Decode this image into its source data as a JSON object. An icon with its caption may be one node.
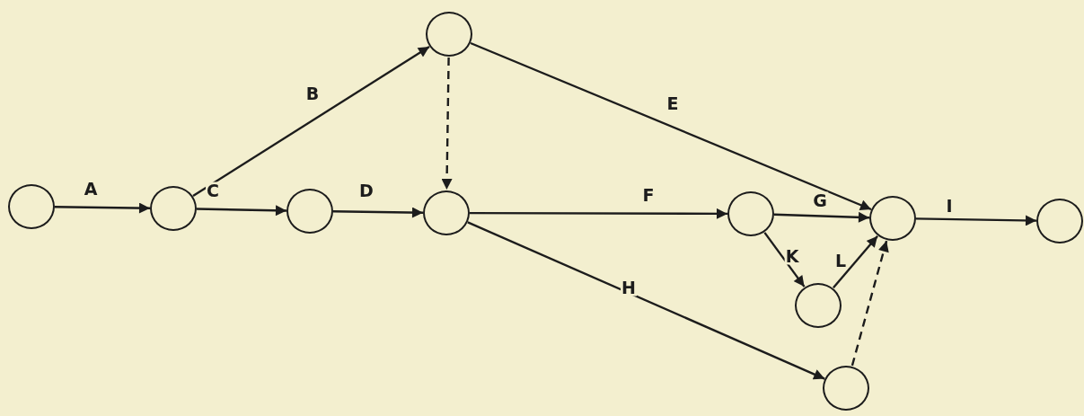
{
  "diagram": {
    "nodes": [
      {
        "text": [],
        "shape": "circle"
      },
      {
        "text": [],
        "shape": "circle"
      },
      {
        "text": [],
        "shape": "circle"
      },
      {
        "text": [],
        "shape": "circle"
      },
      {
        "text": [],
        "shape": "circle"
      },
      {
        "text": [],
        "shape": "circle"
      },
      {
        "text": [],
        "shape": "circle"
      },
      {
        "text": [],
        "shape": "circle"
      },
      {
        "text": [],
        "shape": "circle"
      },
      {
        "text": [],
        "shape": "circle"
      }
    ],
    "edges": [
      {
        "from": 0,
        "to": 1,
        "arrow": "to",
        "label": "A"
      },
      {
        "from": 1,
        "to": 3,
        "arrow": "to",
        "label": "B"
      },
      {
        "from": 1,
        "to": 2,
        "arrow": "to",
        "label": "C"
      },
      {
        "from": 2,
        "to": 4,
        "arrow": "to",
        "label": "D"
      },
      {
        "from": 3,
        "to": 4,
        "arrow": "to",
        "style": "dashed"
      },
      {
        "from": 3,
        "to": 8,
        "arrow": "to",
        "label": "E"
      },
      {
        "from": 4,
        "to": 5,
        "arrow": "to",
        "label": "F"
      },
      {
        "from": 5,
        "to": 8,
        "arrow": "to",
        "label": "G"
      },
      {
        "from": 4,
        "to": 7,
        "arrow": "to",
        "label": "H"
      },
      {
        "from": 8,
        "to": 9,
        "arrow": "to",
        "label": "I"
      },
      {
        "from": 5,
        "to": 6,
        "arrow": "to",
        "label": "K"
      },
      {
        "from": 6,
        "to": 8,
        "arrow": "to",
        "label": "L"
      },
      {
        "from": 7,
        "to": 8,
        "arrow": "to",
        "style": "dashed"
      }
    ]
  }
}
